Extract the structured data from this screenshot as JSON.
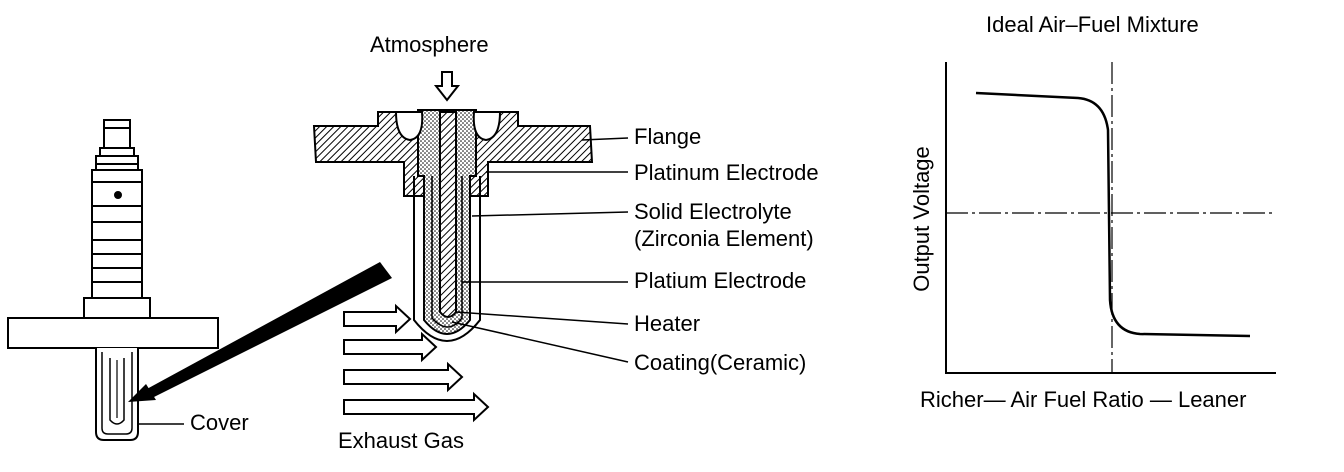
{
  "sensor": {
    "cover_label": "Cover"
  },
  "cross_section": {
    "atmosphere_label": "Atmosphere",
    "exhaust_label": "Exhaust Gas",
    "parts": [
      {
        "label": "Flange"
      },
      {
        "label": "Platinum Electrode"
      },
      {
        "label": "Solid Electrolyte"
      },
      {
        "label": "(Zirconia Element)"
      },
      {
        "label": "Platium Electrode"
      },
      {
        "label": "Heater"
      },
      {
        "label": "Coating(Ceramic)"
      }
    ]
  },
  "graph": {
    "title": "Ideal Air–Fuel Mixture",
    "ylabel": "Output Voltage",
    "xlabel": "Richer— Air Fuel Ratio — Leaner"
  }
}
